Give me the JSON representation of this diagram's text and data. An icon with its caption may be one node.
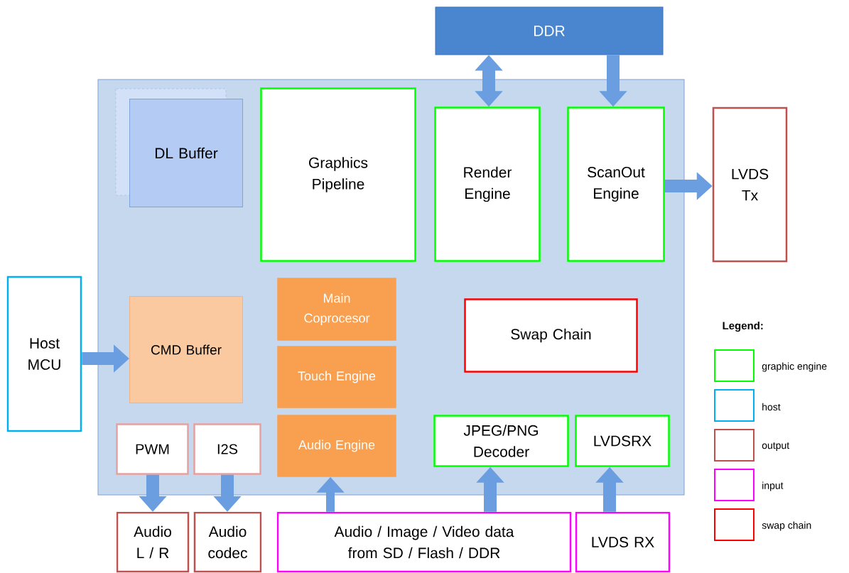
{
  "diagram": {
    "nodes": [
      {
        "text": [
          "DDR"
        ]
      },
      {
        "text": [],
        "shape": "box"
      },
      {
        "text": [
          "DL Buffer"
        ],
        "in": 1
      },
      {
        "text": [
          "Graphics Pipeline"
        ],
        "in": 1
      },
      {
        "text": [
          "Render Engine"
        ],
        "in": 1
      },
      {
        "text": [
          "ScanOut Engine"
        ],
        "in": 1
      },
      {
        "text": [
          "LVDS Tx"
        ]
      },
      {
        "text": [
          "Host MCU"
        ]
      },
      {
        "text": [
          "CMD Buffer"
        ],
        "in": 1
      },
      {
        "text": [
          "Main Coprocesor"
        ],
        "in": 1
      },
      {
        "text": [
          "Swap Chain"
        ],
        "in": 1
      },
      {
        "text": [
          "Touch Engine"
        ],
        "in": 1
      },
      {
        "text": [
          "Audio Engine"
        ],
        "in": 1
      },
      {
        "text": [
          "PWM"
        ],
        "in": 1
      },
      {
        "text": [
          "I2S"
        ],
        "in": 1
      },
      {
        "text": [
          "JPEG/PNG Decoder"
        ],
        "in": 1
      },
      {
        "text": [
          "LVDSRX"
        ],
        "in": 1
      },
      {
        "text": [
          "Audio L / R"
        ]
      },
      {
        "text": [
          "Audio codec"
        ]
      },
      {
        "text": [
          "Audio / Image / Video  data from SD / Flash / DDR"
        ]
      },
      {
        "text": [
          "LVDS RX"
        ]
      }
    ],
    "edges": [
      {
        "from": 0,
        "to": 4,
        "arrow": "both"
      },
      {
        "from": 0,
        "to": 5,
        "arrow": "to"
      },
      {
        "from": 5,
        "to": 6,
        "arrow": "to"
      },
      {
        "from": 7,
        "to": 8,
        "arrow": "to"
      },
      {
        "from": 13,
        "to": 17,
        "arrow": "to"
      },
      {
        "from": 14,
        "to": 18,
        "arrow": "to"
      },
      {
        "from": 19,
        "to": 12,
        "arrow": "to"
      },
      {
        "from": 19,
        "to": 15,
        "arrow": "to"
      },
      {
        "from": 20,
        "to": 16,
        "arrow": "to"
      }
    ],
    "labels": [
      "Legend:"
    ],
    "legend": [
      {
        "text": "graphic engine",
        "color": "#00ff00"
      },
      {
        "text": "host",
        "color": "#00b0f0"
      },
      {
        "text": "output",
        "color": "#c0504d"
      },
      {
        "text": "input",
        "color": "#ff00ff"
      },
      {
        "text": "swap chain",
        "color": "#ff0000"
      }
    ]
  }
}
